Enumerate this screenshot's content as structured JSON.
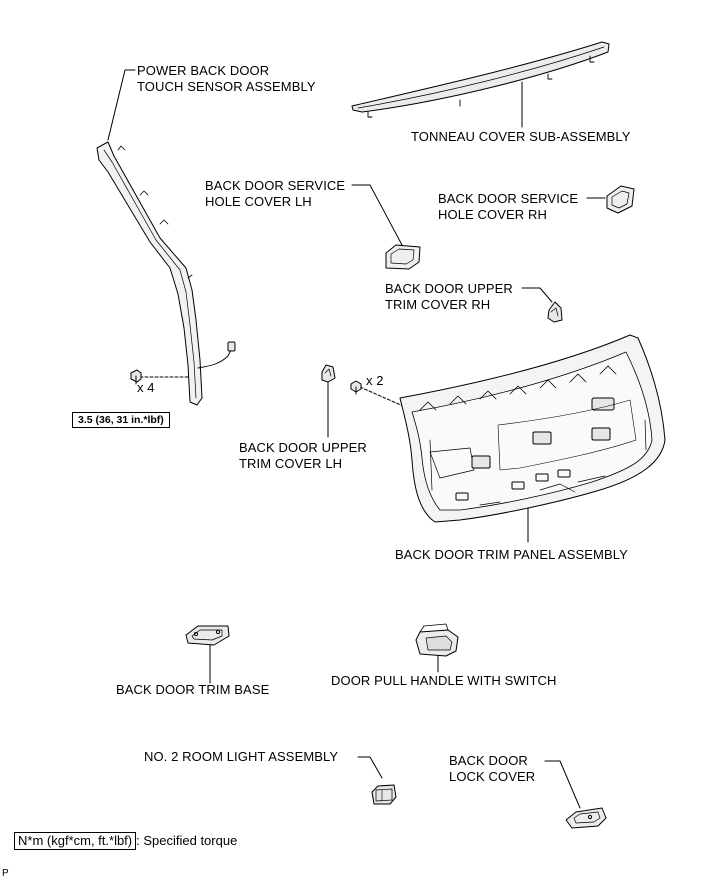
{
  "parts": {
    "touch_sensor": [
      "POWER BACK DOOR",
      "TOUCH SENSOR ASSEMBLY"
    ],
    "tonneau": "TONNEAU COVER SUB-ASSEMBLY",
    "service_hole_lh": [
      "BACK DOOR SERVICE",
      "HOLE COVER LH"
    ],
    "service_hole_rh": [
      "BACK DOOR SERVICE",
      "HOLE COVER RH"
    ],
    "upper_trim_rh": [
      "BACK DOOR UPPER",
      "TRIM COVER RH"
    ],
    "upper_trim_lh": [
      "BACK DOOR UPPER",
      "TRIM COVER LH"
    ],
    "trim_panel": "BACK DOOR TRIM PANEL ASSEMBLY",
    "trim_base": "BACK DOOR TRIM BASE",
    "pull_handle": "DOOR PULL HANDLE WITH SWITCH",
    "room_light": "NO. 2 ROOM LIGHT ASSEMBLY",
    "lock_cover": [
      "BACK DOOR",
      "LOCK COVER"
    ]
  },
  "fasteners": {
    "screw_qty_left": "x 4",
    "screw_qty_right": "x 2",
    "torque_value": "3.5 (36, 31 in.*lbf)"
  },
  "legend": {
    "unit_box": "N*m (kgf*cm, ft.*lbf)",
    "text": ": Specified torque"
  },
  "corner_code": "P"
}
